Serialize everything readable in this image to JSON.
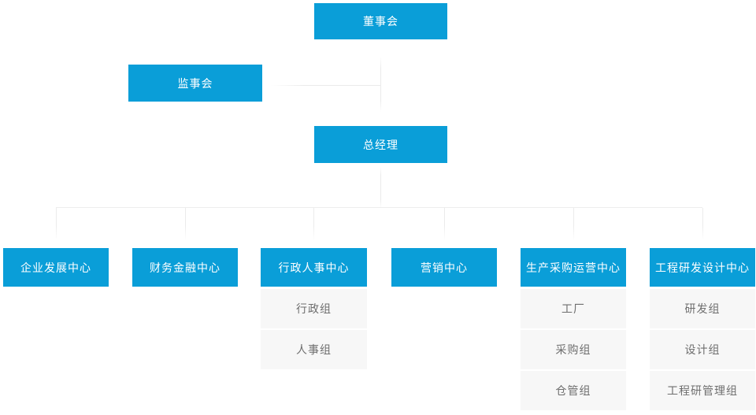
{
  "colors": {
    "node_fill": "#0a9ed8",
    "node_text": "#ffffff",
    "subnode_fill": "#f7f7f7",
    "subnode_text": "#6e6e6e",
    "connector": "#ededed"
  },
  "org_chart": {
    "board": {
      "label": "董事会"
    },
    "supervisory": {
      "label": "监事会"
    },
    "general_manager": {
      "label": "总经理"
    },
    "departments": [
      {
        "label": "企业发展中心",
        "children": []
      },
      {
        "label": "财务金融中心",
        "children": []
      },
      {
        "label": "行政人事中心",
        "children": [
          {
            "label": "行政组"
          },
          {
            "label": "人事组"
          }
        ]
      },
      {
        "label": "营销中心",
        "children": []
      },
      {
        "label": "生产采购运营中心",
        "children": [
          {
            "label": "工厂"
          },
          {
            "label": "采购组"
          },
          {
            "label": "仓管组"
          }
        ]
      },
      {
        "label": "工程研发设计中心",
        "children": [
          {
            "label": "研发组"
          },
          {
            "label": "设计组"
          },
          {
            "label": "工程研管理组"
          }
        ]
      }
    ]
  }
}
